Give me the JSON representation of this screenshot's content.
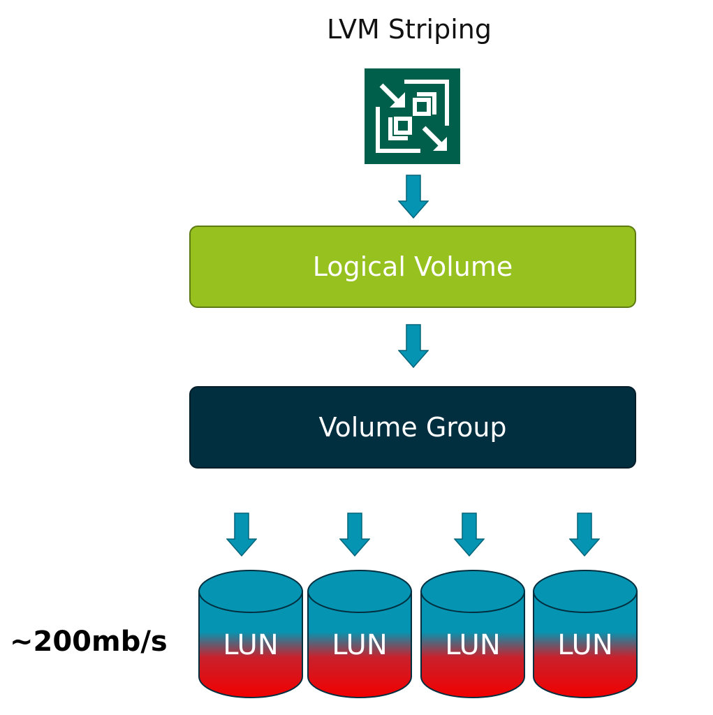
{
  "title": "LVM Striping",
  "logo": {
    "icon": "veeam-logo-icon",
    "color": "#005f4b"
  },
  "logical_volume": {
    "label": "Logical Volume",
    "color": "#96c11f"
  },
  "volume_group": {
    "label": "Volume Group",
    "color": "#022f40"
  },
  "luns": [
    {
      "label": "LUN"
    },
    {
      "label": "LUN"
    },
    {
      "label": "LUN"
    },
    {
      "label": "LUN"
    }
  ],
  "throughput": "~200mb/s",
  "colors": {
    "arrow": "#0594b1",
    "lun_top": "#0594b1",
    "lun_bottom": "#f20000"
  }
}
